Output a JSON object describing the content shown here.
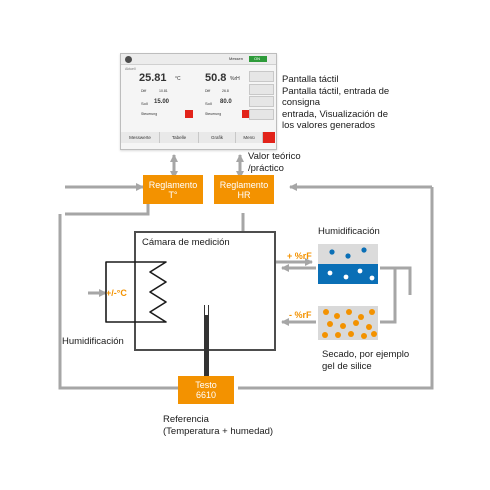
{
  "screen_label": {
    "line1": "Pantalla táctil",
    "line2": "Pantalla táctil, entrada de",
    "line3": "consigna",
    "line4": "entrada, Visualización de",
    "line5": "los valores generados"
  },
  "valor_label": {
    "line1": "Valor teórico",
    "line2": "/práctico"
  },
  "reglamento_t": {
    "line1": "Reglamento",
    "line2": "T°"
  },
  "reglamento_hr": {
    "line1": "Reglamento",
    "line2": "HR"
  },
  "chamber_label": "Cámara de medición",
  "humidificacion_top": "Humidificación",
  "plus_rf": "+ %rF",
  "minus_rf": "- %rF",
  "plus_minus_c": "+/-°C",
  "humidificacion_left": "Humidificación",
  "secado": {
    "line1": "Secado, por ejemplo",
    "line2": "gel de silice"
  },
  "testo": {
    "line1": "Testo",
    "line2": "6610"
  },
  "referencia": {
    "line1": "Referencia",
    "line2": "(Temperatura + humedad)"
  },
  "colors": {
    "accent": "#f39200",
    "line_gray": "#a6a6a6",
    "chamber_border": "#4d4d4d",
    "water_blue": "#0a6fb6"
  },
  "touchscreen": {
    "status_label": "Messen",
    "status_value": "ON",
    "panel_title": "Aktuell",
    "temp_value": "25.81",
    "temp_unit": "°C",
    "hum_value": "50.8",
    "hum_unit": "%rH",
    "diff_label": "Diff",
    "diff_t": "10.81",
    "diff_h": "26.8",
    "soll_label": "Soll",
    "soll_t": "15.00",
    "soll_h": "80.0",
    "steuerung_label": "Steuerung",
    "tabs": [
      "Messwerte",
      "Tabelle",
      "Grafik",
      "Menü"
    ]
  }
}
